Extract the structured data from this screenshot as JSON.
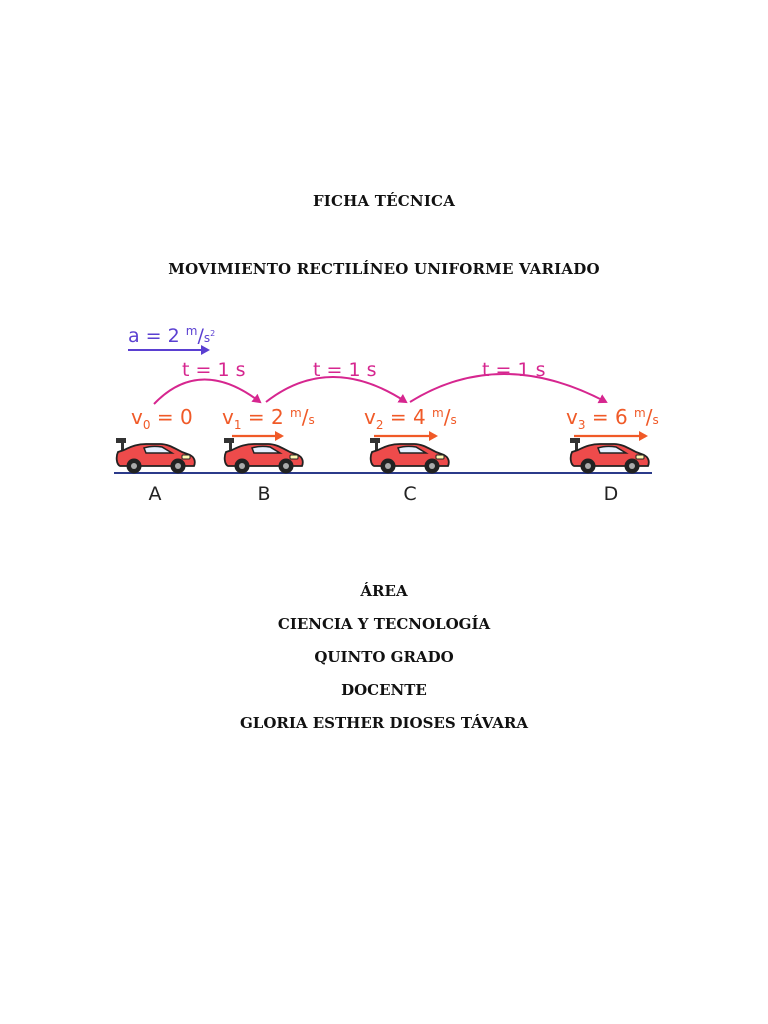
{
  "header": {
    "title": "FICHA TÉCNICA",
    "subtitle": "MOVIMIENTO RECTILÍNEO UNIFORME VARIADO"
  },
  "diagram": {
    "acceleration": {
      "prefix": "a = 2 ",
      "unit_num": "m",
      "unit_slash": "/",
      "unit_den": "s",
      "unit_exp": "2"
    },
    "intervals": [
      "t = 1 s",
      "t = 1 s",
      "t = 1 s"
    ],
    "points": [
      {
        "label": "A",
        "v_base": "v",
        "v_sub": "0",
        "v_rest": " = 0",
        "unit_num": "",
        "unit_den": ""
      },
      {
        "label": "B",
        "v_base": "v",
        "v_sub": "1",
        "v_rest": " = 2 ",
        "unit_num": "m",
        "unit_den": "s"
      },
      {
        "label": "C",
        "v_base": "v",
        "v_sub": "2",
        "v_rest": " = 4 ",
        "unit_num": "m",
        "unit_den": "s"
      },
      {
        "label": "D",
        "v_base": "v",
        "v_sub": "3",
        "v_rest": " = 6 ",
        "unit_num": "m",
        "unit_den": "s"
      }
    ],
    "colors": {
      "acceleration": "#5a3fd1",
      "time": "#d6268f",
      "velocity": "#f05a28",
      "track": "#2b3a8a",
      "car": "#ee4b4b"
    }
  },
  "info": {
    "area_label": "ÁREA",
    "area": "CIENCIA Y TECNOLOGÍA",
    "grade": "QUINTO GRADO",
    "teacher_label": "DOCENTE",
    "teacher": "GLORIA ESTHER DIOSES TÁVARA"
  }
}
